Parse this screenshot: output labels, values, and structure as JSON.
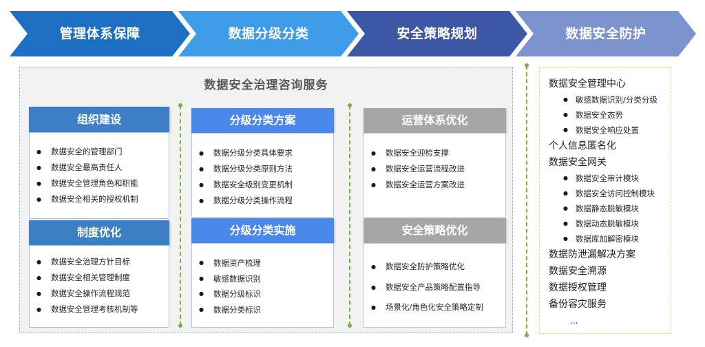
{
  "process_steps": [
    {
      "label": "管理体系保障",
      "color": "#1c6fc3"
    },
    {
      "label": "数据分级分类",
      "color": "#3f9ce9"
    },
    {
      "label": "安全策略规划",
      "color": "#3b57a6"
    },
    {
      "label": "数据安全防护",
      "color": "#7c93ce"
    }
  ],
  "consulting": {
    "title": "数据安全治理咨询服务",
    "columns": [
      {
        "color": "#3c7fc4",
        "cards": [
          {
            "title": "组织建设",
            "items": [
              "数据安全的管理部门",
              "数据安全最高责任人",
              "数据安全管理角色和职能",
              "数据安全相关的授权机制"
            ]
          },
          {
            "title": "制度优化",
            "items": [
              "数据安全治理方针目标",
              "数据安全相关管理制度",
              "数据安全操作流程规范",
              "数据安全管理考核机制等"
            ]
          }
        ]
      },
      {
        "color": "#4a87ea",
        "cards": [
          {
            "title": "分级分类方案",
            "items": [
              "数据分级分类具体要求",
              "数据分级分类原则方法",
              "数据安全级别变更机制",
              "数据分级分类操作流程"
            ]
          },
          {
            "title": "分级分类实施",
            "items": [
              "数据资产梳理",
              "敏感数据识别",
              "数据分级标识",
              "数据分类标识"
            ]
          }
        ]
      },
      {
        "color": "#a6a6a6",
        "cards": [
          {
            "title": "运营体系优化",
            "items": [
              "数据安全迎检支撑",
              "数据安全运营流程改进",
              "数据安全运营方案改进"
            ]
          },
          {
            "title": "安全策略优化",
            "items": [
              "数据安全防护策略优化",
              "数据安全产品策略配置指导",
              "场景化/角色化安全策略定制"
            ]
          }
        ]
      }
    ]
  },
  "protection": {
    "groups": [
      {
        "label": "数据安全管理中心",
        "subitems": [
          "敏感数据识别/分类分级",
          "数据安全态势",
          "数据安全响应处置"
        ]
      },
      {
        "label": "个人信息匿名化"
      },
      {
        "label": "数据安全网关",
        "subitems": [
          "数据安全审计模块",
          "数据安全访问控制模块",
          "数据静态脱敏模块",
          "数据动态脱敏模块",
          "数据库加解密模块"
        ]
      },
      {
        "label": "数据防泄漏解决方案"
      },
      {
        "label": "数据安全溯源"
      },
      {
        "label": "数据授权管理"
      },
      {
        "label": "备份容灾服务"
      }
    ],
    "more": "..."
  }
}
